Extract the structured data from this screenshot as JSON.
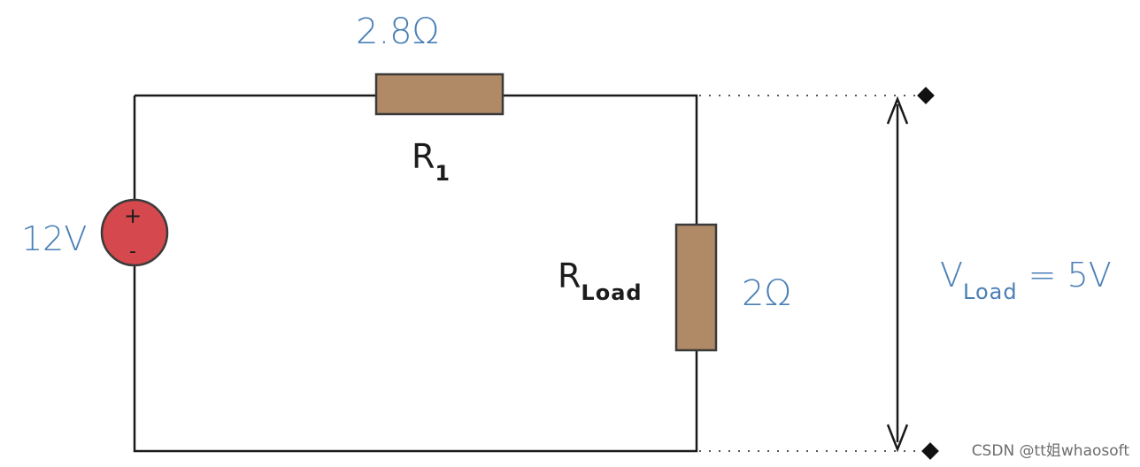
{
  "labels": {
    "r1_value": "2.8Ω",
    "r1_name": "R",
    "r1_sub": "1",
    "source_voltage": "12V",
    "source_plus": "+",
    "source_minus": "-",
    "rload_name": "R",
    "rload_sub": "Load",
    "rload_value": "2Ω",
    "vload_name": "V",
    "vload_sub": "Load",
    "vload_value": "= 5V"
  },
  "watermark": "CSDN @tt姐whaosoft",
  "colors": {
    "wire": "#1a1a1a",
    "resistor_fill": "#b08a66",
    "source_fill": "#d4484e",
    "value_text": "#4a7fb6"
  }
}
